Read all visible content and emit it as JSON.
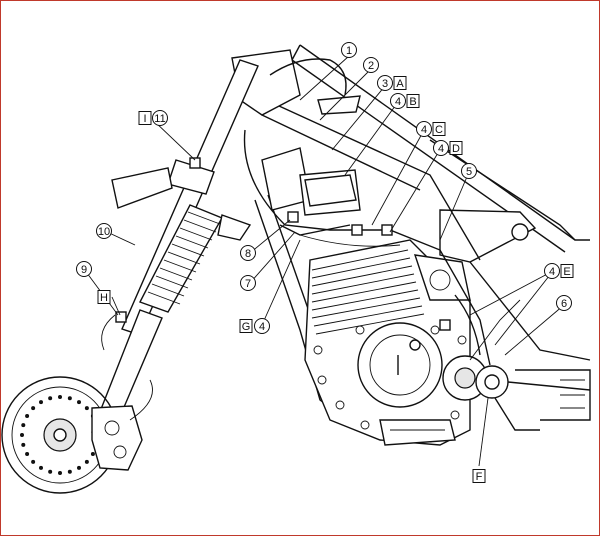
{
  "figure": {
    "callouts": [
      {
        "id": "c1",
        "number": "1",
        "letter": ""
      },
      {
        "id": "c2",
        "number": "2",
        "letter": ""
      },
      {
        "id": "c3",
        "number": "3",
        "letter": "A"
      },
      {
        "id": "c4b",
        "number": "4",
        "letter": "B"
      },
      {
        "id": "c4c",
        "number": "4",
        "letter": "C"
      },
      {
        "id": "c4d",
        "number": "4",
        "letter": "D"
      },
      {
        "id": "c5",
        "number": "5",
        "letter": ""
      },
      {
        "id": "c4e",
        "number": "4",
        "letter": "E"
      },
      {
        "id": "c6",
        "number": "6",
        "letter": ""
      },
      {
        "id": "c11",
        "number": "11",
        "letter": "I"
      },
      {
        "id": "c10",
        "number": "10",
        "letter": ""
      },
      {
        "id": "c9",
        "number": "9",
        "letter": "H"
      },
      {
        "id": "c8",
        "number": "8",
        "letter": ""
      },
      {
        "id": "c7",
        "number": "7",
        "letter": ""
      },
      {
        "id": "c4g",
        "number": "4",
        "letter": "G"
      },
      {
        "id": "cf",
        "number": "",
        "letter": "F"
      }
    ],
    "colors": {
      "line": "#111111",
      "frame": "#c0392b",
      "background": "#ffffff"
    }
  }
}
